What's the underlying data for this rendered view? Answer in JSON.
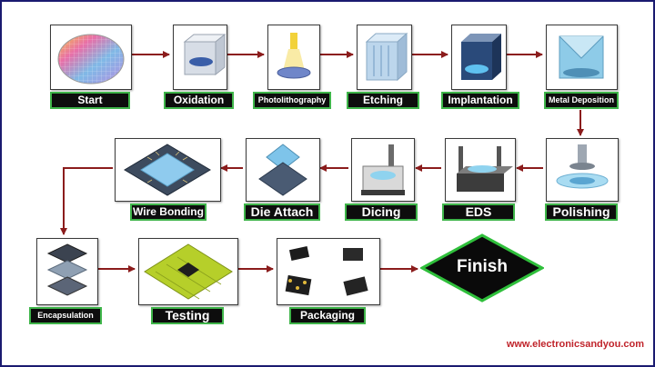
{
  "steps": {
    "start": "Start",
    "oxidation": "Oxidation",
    "photolithography": "Photolithography",
    "etching": "Etching",
    "implantation": "Implantation",
    "metal_deposition": "Metal Deposition",
    "polishing": "Polishing",
    "eds": "EDS",
    "dicing": "Dicing",
    "die_attach": "Die Attach",
    "wire_bonding": "Wire Bonding",
    "encapsulation": "Encapsulation",
    "testing": "Testing",
    "packaging": "Packaging"
  },
  "finish": "Finish",
  "website": "www.electronicsandyou.com",
  "colors": {
    "arrow": "#8b1c1c",
    "label_bg": "#0d0d0d",
    "label_border": "#3fb54a",
    "finish_fill": "#0a0a0a",
    "finish_border": "#2fbf3b",
    "website_text": "#c0242b",
    "frame": "#1a1a70"
  }
}
